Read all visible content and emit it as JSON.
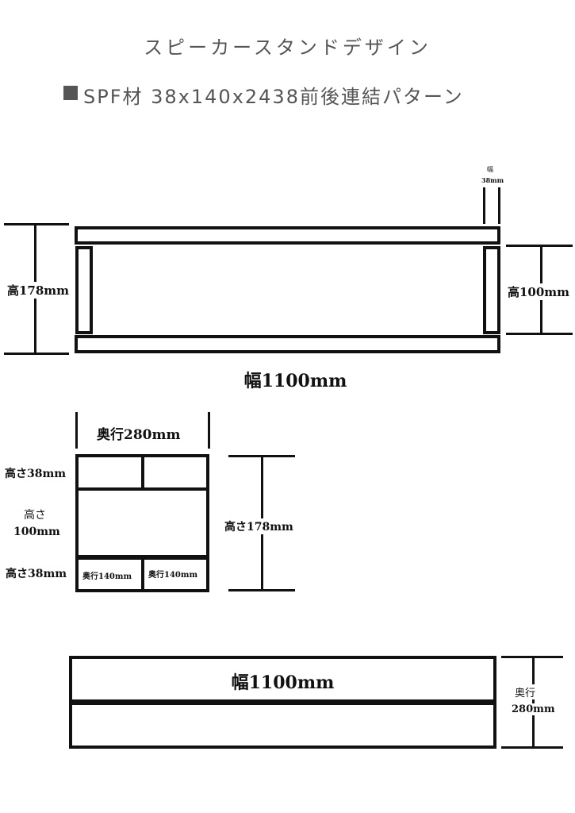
{
  "title": "スピーカースタンドデザイン",
  "subtitle": "SPF材 38x140x2438前後連結パターン",
  "front_view": {
    "height_total": "高178mm",
    "height_leg": "高100mm",
    "width": "幅1100mm",
    "leg_width_label": "幅",
    "leg_width_value": "38mm"
  },
  "side_view": {
    "depth": "奥行280mm",
    "top_height": "高さ38mm",
    "mid_height_1": "高さ",
    "mid_height_2": "100mm",
    "bottom_height": "高さ38mm",
    "depth_left": "奥行140mm",
    "depth_right": "奥行140mm",
    "total_height": "高さ178mm"
  },
  "top_view": {
    "width": "幅1100mm",
    "depth_1": "奥行",
    "depth_2": "280mm"
  }
}
